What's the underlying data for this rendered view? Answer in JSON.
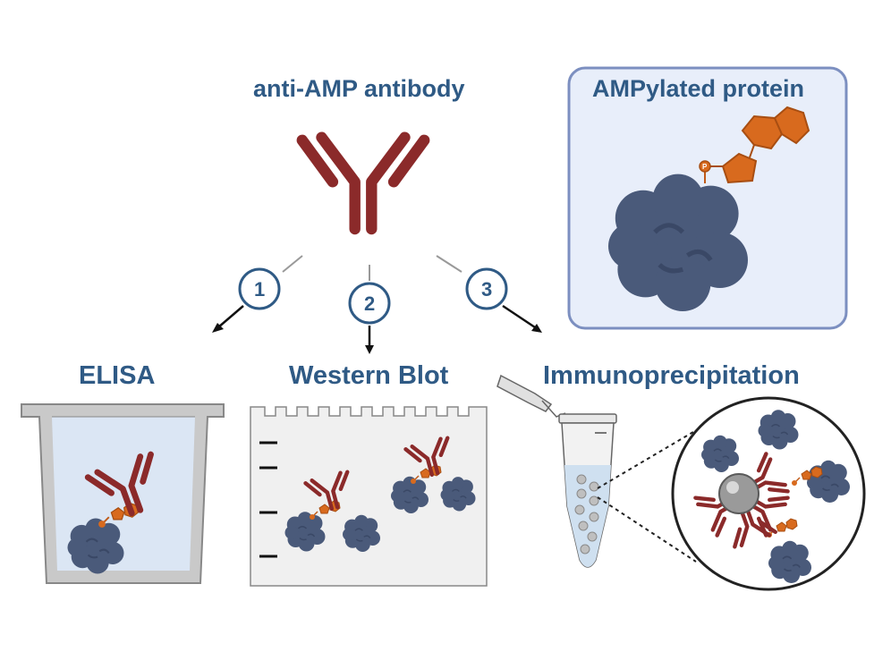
{
  "labels": {
    "antibody": "anti-AMP antibody",
    "ampylated_protein": "AMPylated protein",
    "elisa": "ELISA",
    "western_blot": "Western Blot",
    "immunoprecipitation": "Immunoprecipitation"
  },
  "steps": [
    "1",
    "2",
    "3"
  ],
  "phosphate_label": "P",
  "colors": {
    "title_blue": "#2f5a85",
    "antibody_red": "#8b2a2a",
    "amp_orange": "#d86a1e",
    "protein_navy": "#4a5a7a",
    "panel_bg": "#e8eefa",
    "panel_border": "#7c8fc0",
    "liquid_blue": "#cfe0f0"
  },
  "icons": [
    "antibody-icon",
    "protein-icon",
    "amp-icon",
    "elisa-well-icon",
    "blot-membrane-icon",
    "tube-icon",
    "bead-icon",
    "magnifier-circle-icon"
  ]
}
